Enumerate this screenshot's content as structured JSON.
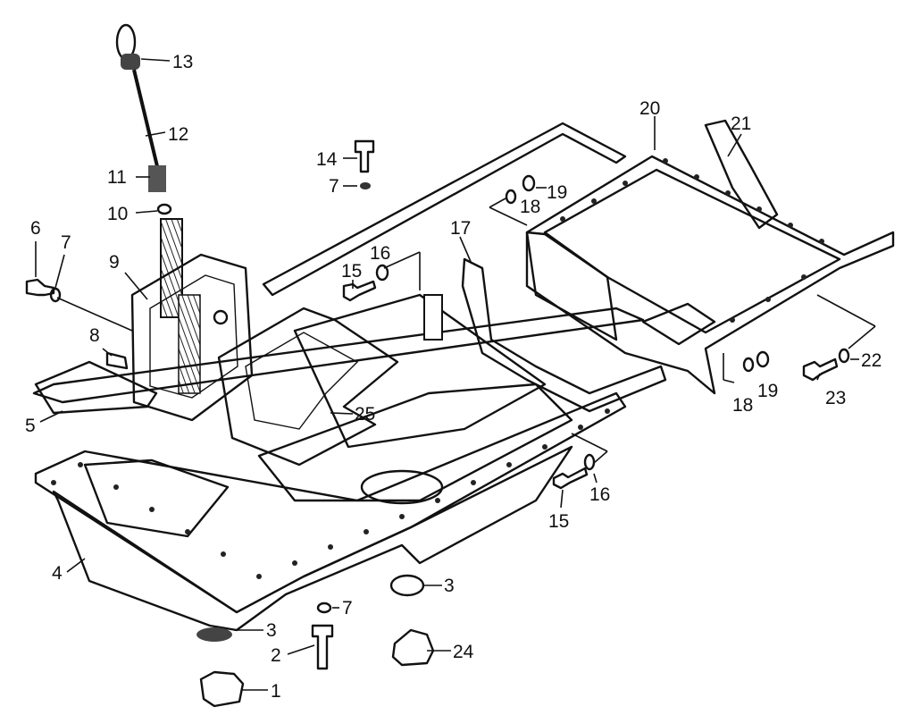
{
  "diagram": {
    "callouts": [
      {
        "id": "c1",
        "text": "1"
      },
      {
        "id": "c2",
        "text": "2"
      },
      {
        "id": "c3a",
        "text": "3"
      },
      {
        "id": "c3b",
        "text": "3"
      },
      {
        "id": "c4",
        "text": "4"
      },
      {
        "id": "c5",
        "text": "5"
      },
      {
        "id": "c6",
        "text": "6"
      },
      {
        "id": "c7a",
        "text": "7"
      },
      {
        "id": "c7b",
        "text": "7"
      },
      {
        "id": "c7c",
        "text": "7"
      },
      {
        "id": "c8",
        "text": "8"
      },
      {
        "id": "c9",
        "text": "9"
      },
      {
        "id": "c10",
        "text": "10"
      },
      {
        "id": "c11",
        "text": "11"
      },
      {
        "id": "c12",
        "text": "12"
      },
      {
        "id": "c13",
        "text": "13"
      },
      {
        "id": "c14",
        "text": "14"
      },
      {
        "id": "c15a",
        "text": "15"
      },
      {
        "id": "c15b",
        "text": "15"
      },
      {
        "id": "c16a",
        "text": "16"
      },
      {
        "id": "c16b",
        "text": "16"
      },
      {
        "id": "c17",
        "text": "17"
      },
      {
        "id": "c18a",
        "text": "18"
      },
      {
        "id": "c18b",
        "text": "18"
      },
      {
        "id": "c19a",
        "text": "19"
      },
      {
        "id": "c19b",
        "text": "19"
      },
      {
        "id": "c20",
        "text": "20"
      },
      {
        "id": "c21",
        "text": "21"
      },
      {
        "id": "c22",
        "text": "22"
      },
      {
        "id": "c23",
        "text": "23"
      },
      {
        "id": "c24",
        "text": "24"
      },
      {
        "id": "c25",
        "text": "25"
      }
    ]
  }
}
